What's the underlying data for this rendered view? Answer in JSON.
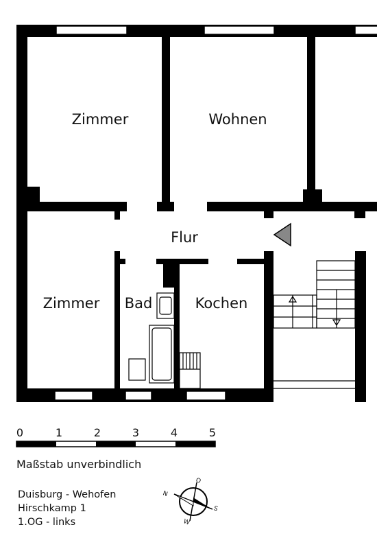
{
  "rooms": {
    "zimmer_top": "Zimmer",
    "wohnen": "Wohnen",
    "flur": "Flur",
    "zimmer_bottom": "Zimmer",
    "bad": "Bad",
    "kochen": "Kochen"
  },
  "scale": {
    "ticks": [
      "0",
      "1",
      "2",
      "3",
      "4",
      "5"
    ],
    "note": "Maßstab unverbindlich"
  },
  "address": {
    "city": "Duisburg - Wehofen",
    "street": "Hirschkamp 1",
    "floor": "1.OG - links"
  },
  "compass": {
    "north": "N",
    "east": "O",
    "south": "S",
    "west": "W"
  }
}
